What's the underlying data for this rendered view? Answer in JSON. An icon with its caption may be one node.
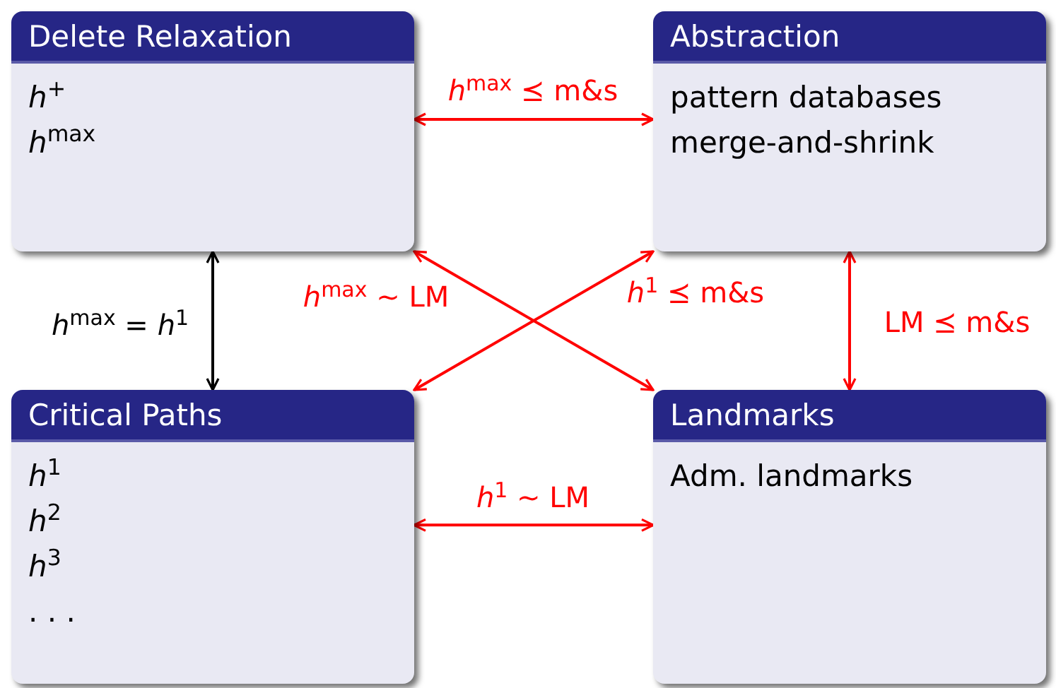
{
  "diagram": {
    "nodes": [
      {
        "text": [
          "Delete Relaxation",
          "*h*$^{+}$",
          "*h*$^{max}$"
        ]
      },
      {
        "text": [
          "Abstraction",
          "pattern databases",
          "merge-and-shrink"
        ]
      },
      {
        "text": [
          "Critical Paths",
          "*h*$^{1}$",
          "*h*$^{2}$",
          "*h*$^{3}$",
          ". . ."
        ]
      },
      {
        "text": [
          "Landmarks",
          "Adm. landmarks"
        ]
      }
    ],
    "edges": [
      {
        "from": 0,
        "to": 1,
        "arrow": "both",
        "label": "*h*$^{max}$ ⪯ m&s"
      },
      {
        "from": 0,
        "to": 2,
        "arrow": "both",
        "label": "*h*$^{max}$ = *h*$^{1}$",
        "color": "#000000"
      },
      {
        "from": 0,
        "to": 3,
        "arrow": "both",
        "label": "*h*$^{max}$ ∼ LM"
      },
      {
        "from": 2,
        "to": 1,
        "arrow": "both",
        "label": "*h*$^{1}$ ⪯ m&s"
      },
      {
        "from": 1,
        "to": 3,
        "arrow": "both",
        "label": "LM ⪯ m&s"
      },
      {
        "from": 2,
        "to": 3,
        "arrow": "both",
        "label": "*h*$^{1}$ ∼ LM"
      }
    ]
  }
}
